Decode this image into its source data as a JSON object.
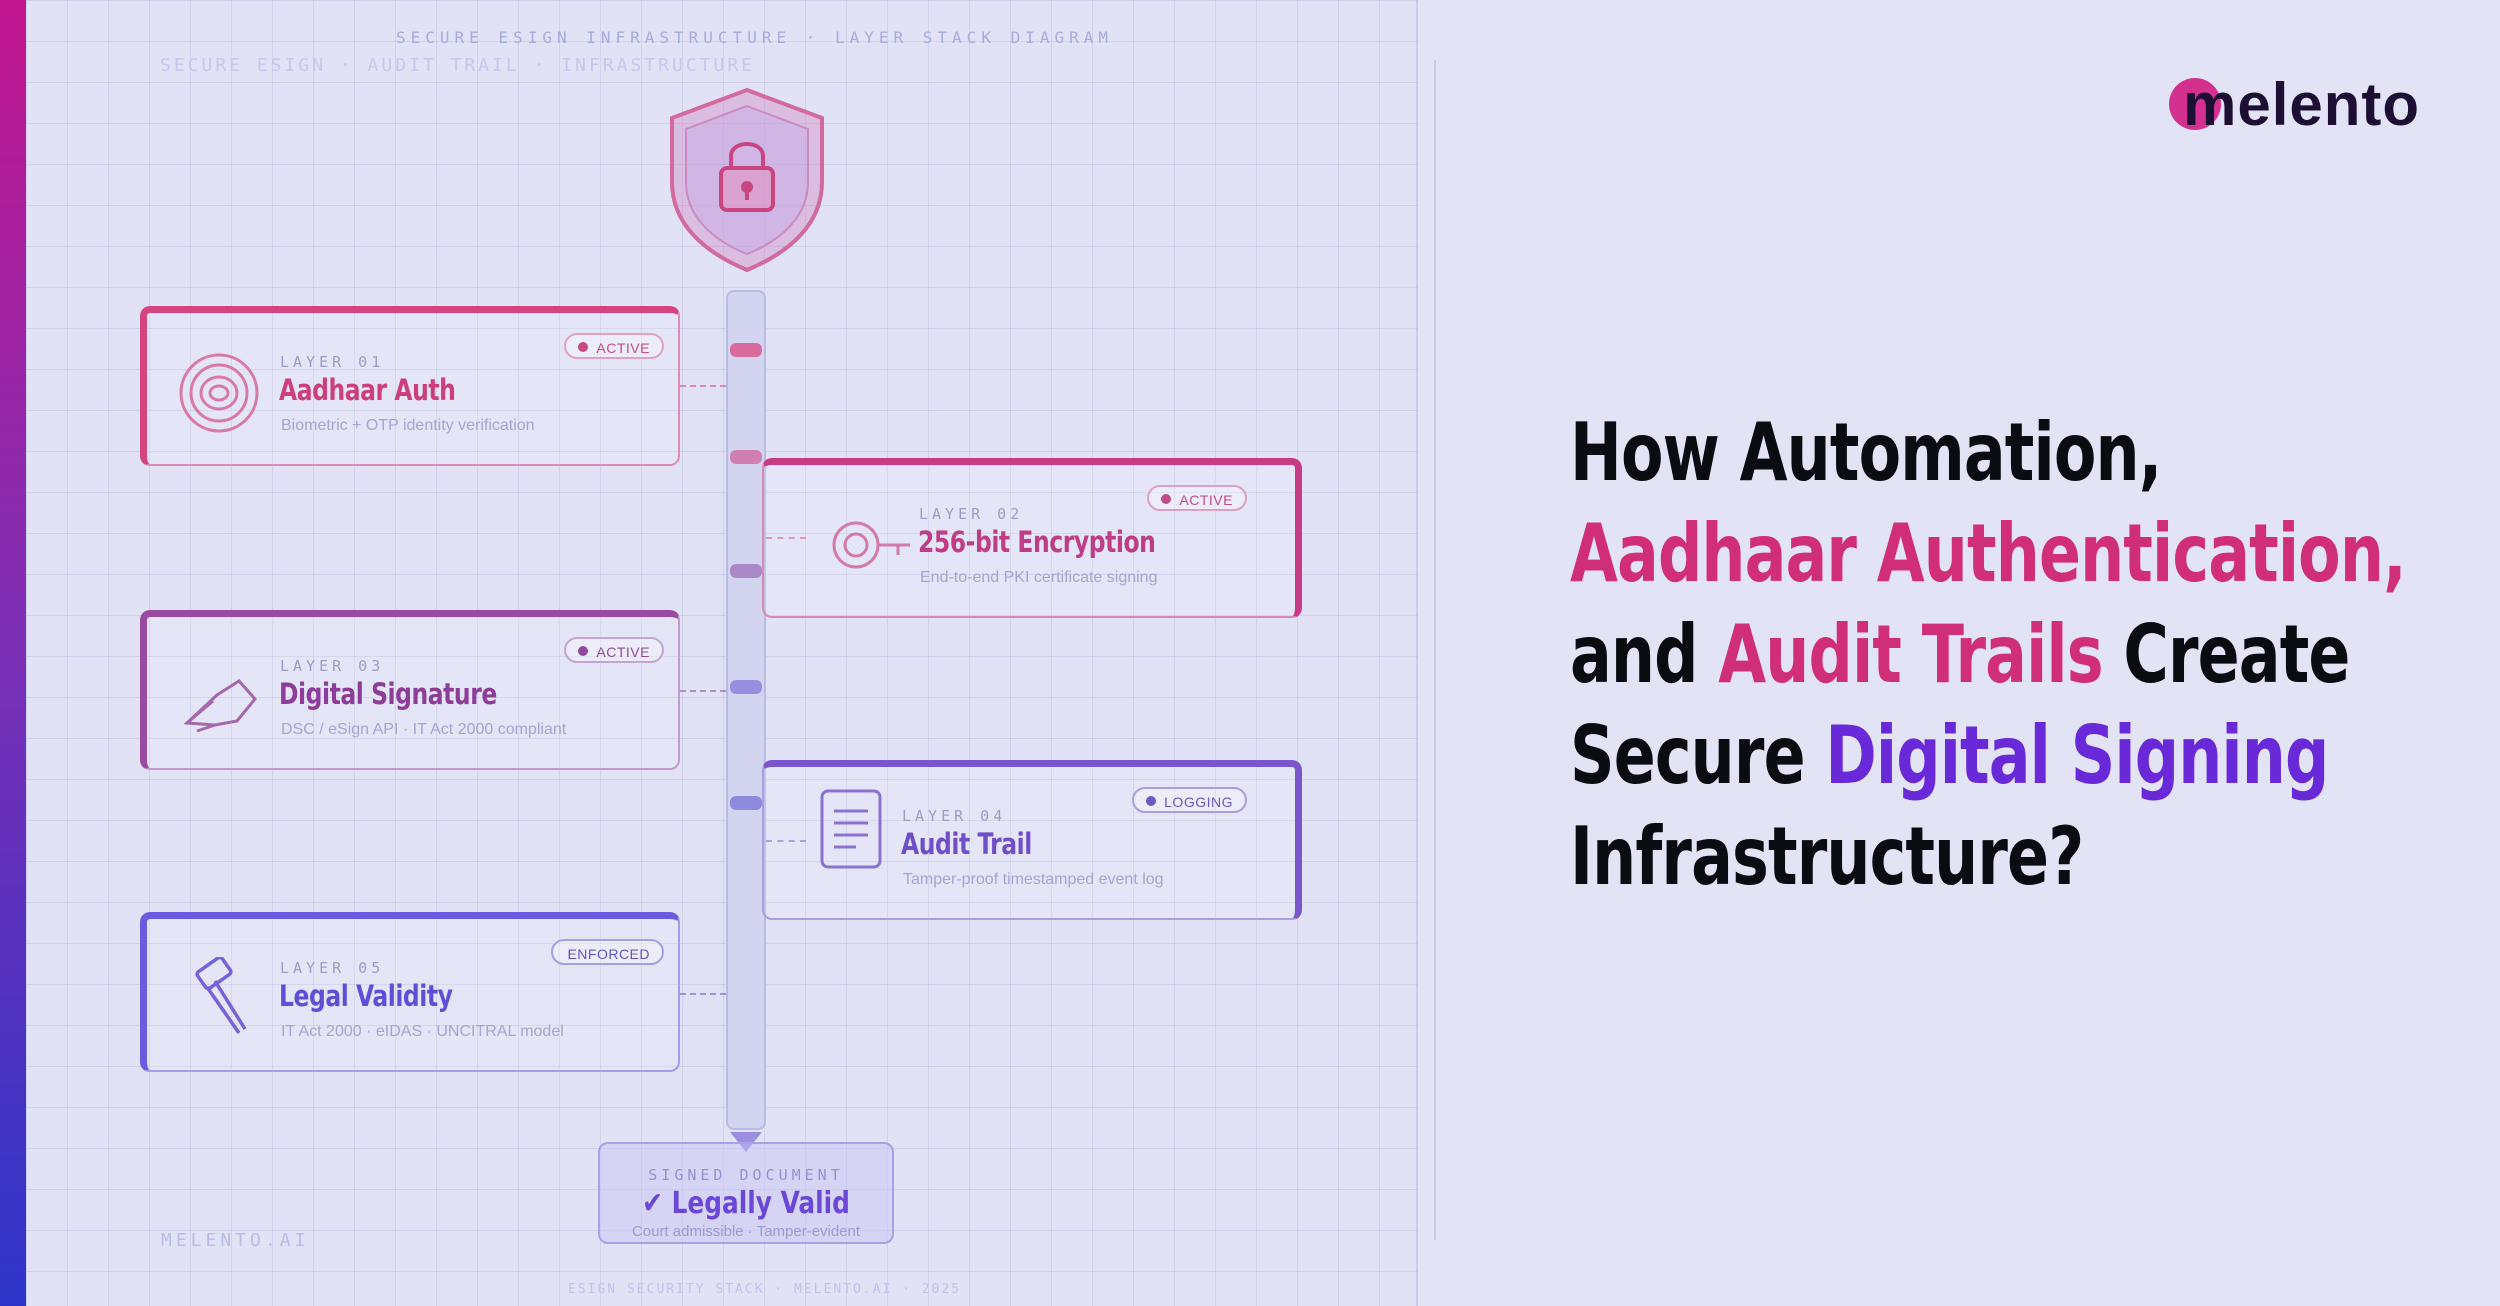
{
  "brand": {
    "name": "melento"
  },
  "diagram": {
    "top_label": "SECURE ESIGN INFRASTRUCTURE · LAYER STACK DIAGRAM",
    "sub_label": "SECURE ESIGN · AUDIT TRAIL · INFRASTRUCTURE",
    "corner_label": "MELENTO.AI",
    "footer_label": "ESIGN SECURITY STACK · MELENTO.AI · 2025",
    "layers": [
      {
        "layer": "LAYER 01",
        "title": "Aadhaar Auth",
        "desc": "Biometric + OTP identity verification",
        "status": "ACTIVE",
        "icon": "fingerprint-icon",
        "color": "#d4447f"
      },
      {
        "layer": "LAYER 02",
        "title": "256-bit Encryption",
        "desc": "End-to-end PKI certificate signing",
        "status": "ACTIVE",
        "icon": "key-icon",
        "color": "#c83c87"
      },
      {
        "layer": "LAYER 03",
        "title": "Digital Signature",
        "desc": "DSC / eSign API · IT Act 2000 compliant",
        "status": "ACTIVE",
        "icon": "pen-nib-icon",
        "color": "#9a4aa3"
      },
      {
        "layer": "LAYER 04",
        "title": "Audit Trail",
        "desc": "Tamper-proof timestamped event log",
        "status": "LOGGING",
        "icon": "document-log-icon",
        "color": "#7a55cc"
      },
      {
        "layer": "LAYER 05",
        "title": "Legal Validity",
        "desc": "IT Act 2000 · eIDAS · UNCITRAL model",
        "status": "ENFORCED",
        "icon": "gavel-icon",
        "color": "#6a5be0"
      }
    ],
    "signed": {
      "label": "SIGNED DOCUMENT",
      "title": "✔ Legally Valid",
      "sub": "Court admissible · Tamper-evident"
    }
  },
  "headline": {
    "l1": "How Automation,",
    "l2": "Aadhaar Authentication,",
    "l3a": "and ",
    "l3b": "Audit Trails",
    "l3c": " Create",
    "l4a": "Secure ",
    "l4b": "Digital Signing",
    "l5": "Infrastructure?"
  },
  "colors": {
    "pink": "#d12e79",
    "purple": "#6a29d8",
    "ink": "#0b0b12"
  }
}
